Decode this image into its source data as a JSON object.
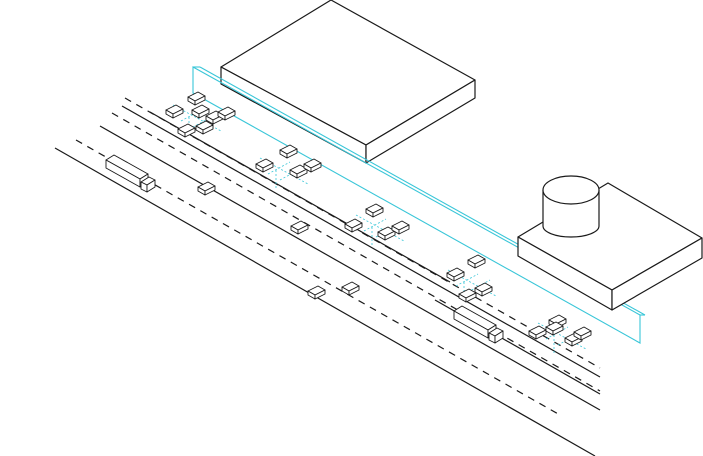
{
  "diagram": {
    "colors": {
      "background": "#ffffff",
      "linework": "#1a1a1a",
      "sound_barrier": "#39c6d8",
      "parking_markings": "#39c6d8"
    },
    "elements": {
      "road_lines": 8,
      "buildings": 2,
      "tank": 1,
      "sound_barrier": 1,
      "parking_clusters": 6,
      "trucks": 2,
      "cars_on_road": 5
    }
  }
}
